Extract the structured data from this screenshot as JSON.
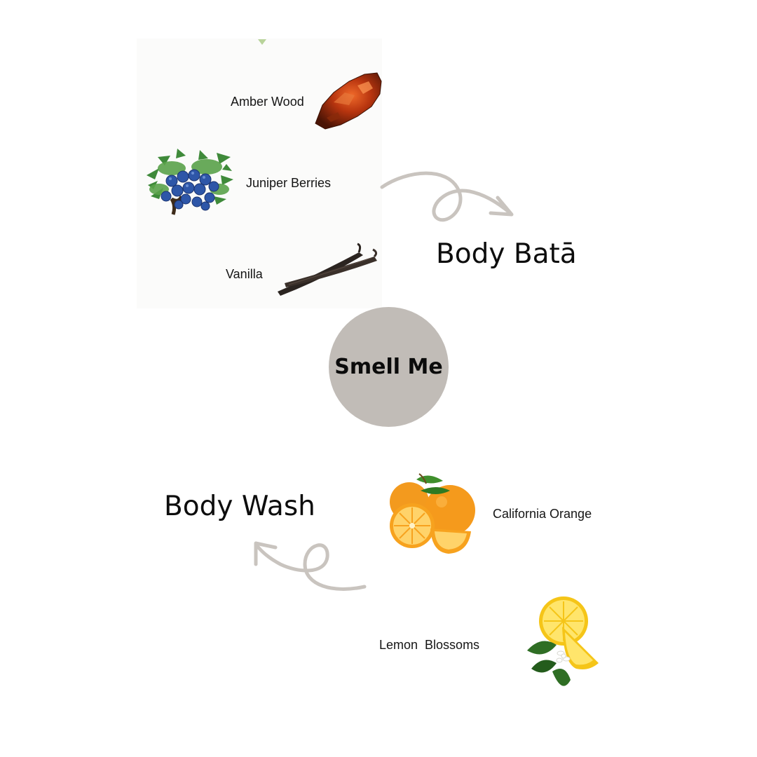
{
  "colors": {
    "circle": "#c1bcb7",
    "arrow": "#c9c4bf",
    "accent_triangle": "#b8d39a"
  },
  "top_section": {
    "notes": [
      {
        "label": "Amber Wood",
        "icon": "amber-stone-icon"
      },
      {
        "label": "Juniper Berries",
        "icon": "juniper-berries-icon"
      },
      {
        "label": "Vanilla",
        "icon": "vanilla-pod-icon"
      }
    ],
    "product": "Body Batā"
  },
  "center": {
    "label": "Smell Me"
  },
  "bottom_section": {
    "notes": [
      {
        "label": "California Orange",
        "icon": "orange-fruit-icon"
      },
      {
        "label": "Lemon  Blossoms",
        "icon": "lemon-blossom-icon"
      }
    ],
    "product": "Body Wash"
  }
}
